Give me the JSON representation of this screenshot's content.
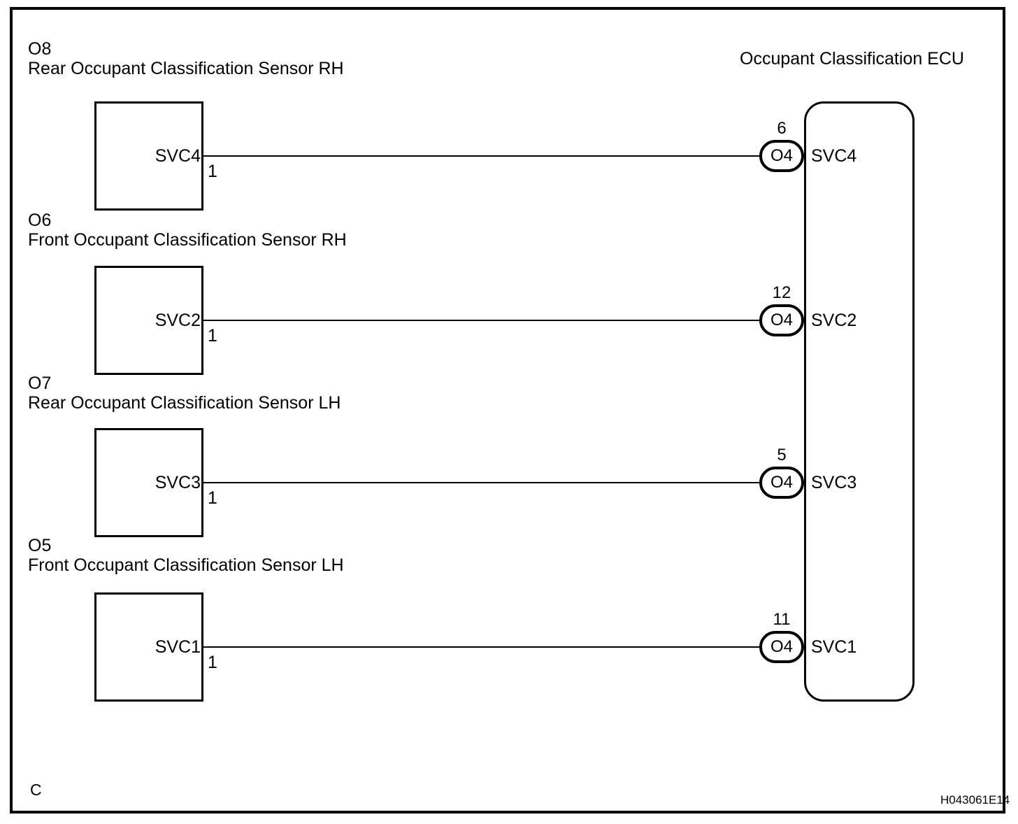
{
  "colors": {
    "line": "#000000",
    "background": "#ffffff"
  },
  "ecu": {
    "title": "Occupant Classification ECU"
  },
  "sensors": [
    {
      "code": "O8",
      "name": "Rear Occupant Classification Sensor RH",
      "terminal": "SVC4",
      "pin": "1",
      "connector": "O4",
      "ecu_pin": "6",
      "ecu_terminal": "SVC4"
    },
    {
      "code": "O6",
      "name": "Front Occupant Classification Sensor RH",
      "terminal": "SVC2",
      "pin": "1",
      "connector": "O4",
      "ecu_pin": "12",
      "ecu_terminal": "SVC2"
    },
    {
      "code": "O7",
      "name": "Rear Occupant Classification Sensor LH",
      "terminal": "SVC3",
      "pin": "1",
      "connector": "O4",
      "ecu_pin": "5",
      "ecu_terminal": "SVC3"
    },
    {
      "code": "O5",
      "name": "Front Occupant Classification Sensor LH",
      "terminal": "SVC1",
      "pin": "1",
      "connector": "O4",
      "ecu_pin": "11",
      "ecu_terminal": "SVC1"
    }
  ],
  "footer": {
    "section_letter": "C",
    "figure_code": "H043061E14"
  }
}
